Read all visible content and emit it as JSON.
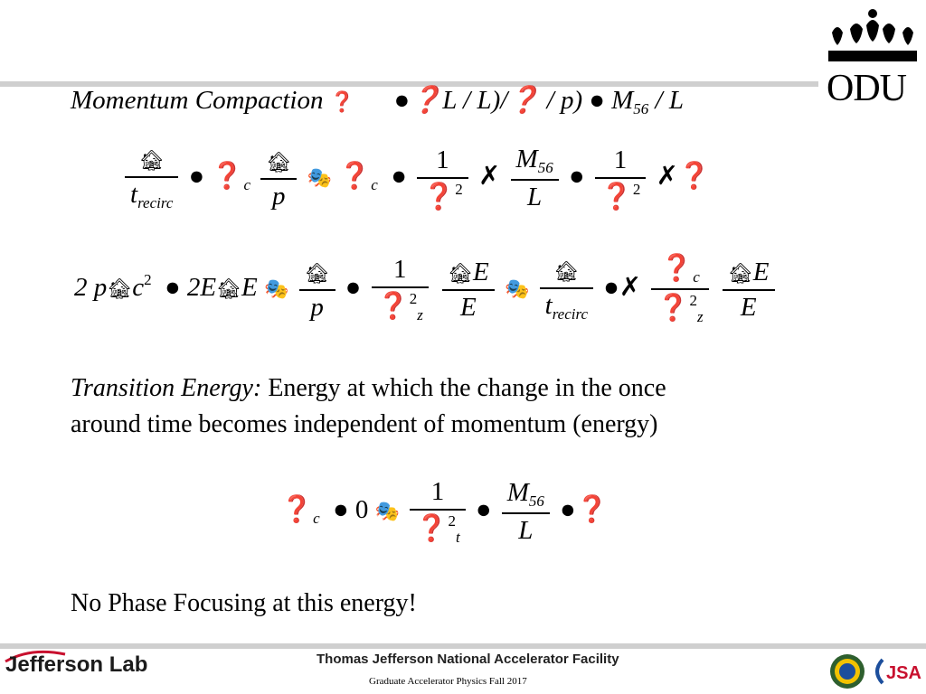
{
  "header": {
    "logo_text": "ODU",
    "line1_label": "Momentum Compaction",
    "line1_expr": "●❓L / L)/❓ / p) ● M",
    "line1_sub": "56",
    "line1_tail": "/ L"
  },
  "eq2": {
    "f1_den": "t",
    "f1_den_sub": "recirc",
    "mid1": "● ❓",
    "mid1_sub": "c",
    "f2_den": "p",
    "mid2": "❓",
    "mid2_sub": "c",
    "f3_num": "1",
    "f3_den": "❓",
    "f3_den_sup": "2",
    "f4_num": "M",
    "f4_num_sub": "56",
    "f4_den": "L",
    "f5_num": "1",
    "f5_den": "❓",
    "f5_den_sup": "2"
  },
  "eq3": {
    "lead": "2 p",
    "lead_tail": "c",
    "lead_sup": "2",
    "mid": "● 2E",
    "mid_tail": "E",
    "f1_den": "p",
    "f2_num": "1",
    "f2_den": "❓",
    "f2_den_sup": "2",
    "f2_den_sub": "z",
    "f3_num": "E",
    "f3_den": "E",
    "f4_den": "t",
    "f4_den_sub": "recirc",
    "f5_num": "❓",
    "f5_num_sub": "c",
    "f5_den": "❓",
    "f5_den_sup": "2",
    "f5_den_sub": "z",
    "f6_num": "E",
    "f6_den": "E"
  },
  "transition": {
    "label": "Transition Energy:",
    "text1": " Energy at which the change in the once",
    "text2": "around time becomes independent of momentum (energy)"
  },
  "eq4": {
    "lead": "❓",
    "lead_sub": "c",
    "mid": "● 0",
    "f1_num": "1",
    "f1_den": "❓",
    "f1_den_sup": "2",
    "f1_den_sub": "t",
    "f2_num": "M",
    "f2_num_sub": "56",
    "f2_den": "L"
  },
  "conclusion": "No Phase Focusing at this energy!",
  "footer": {
    "lab": "Jefferson Lab",
    "facility": "Thomas Jefferson National Accelerator Facility",
    "course": "Graduate Accelerator Physics Fall 2017",
    "jsa": "JSA"
  }
}
